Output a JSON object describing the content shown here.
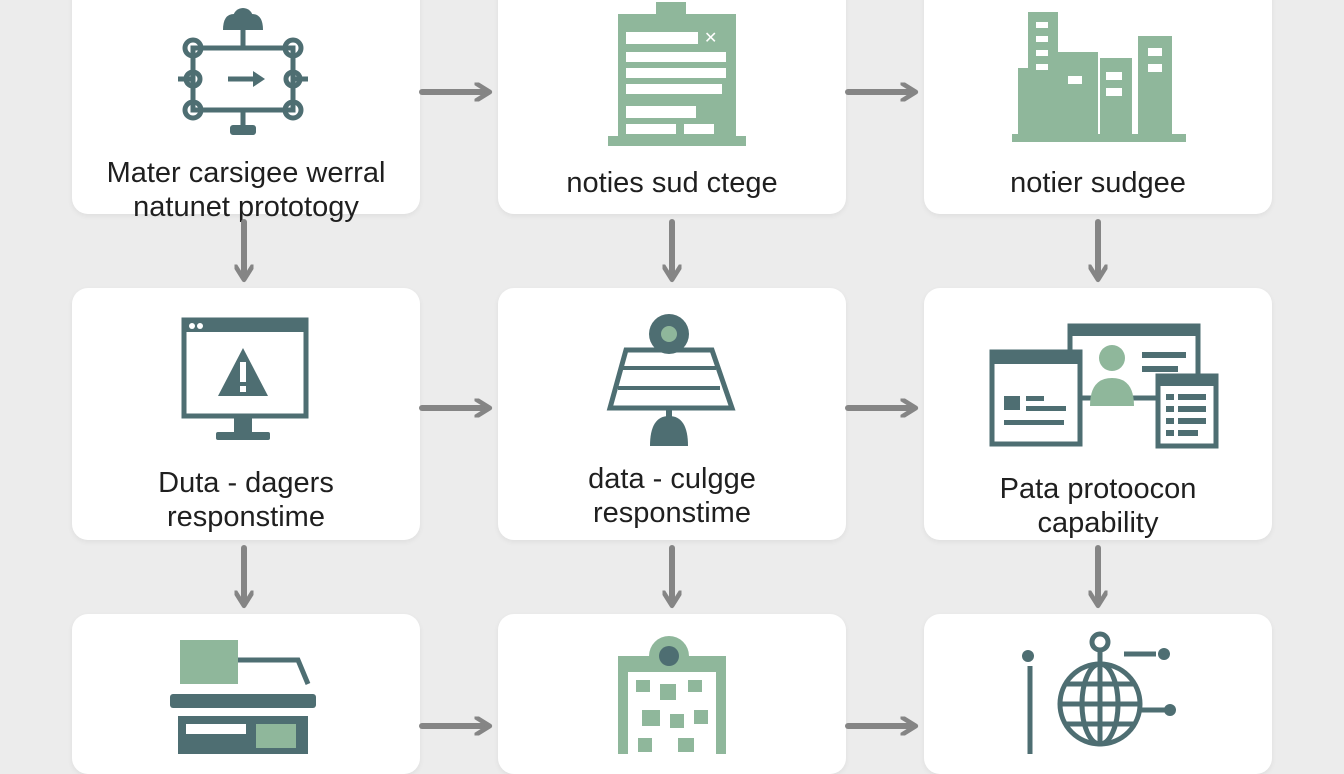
{
  "colors": {
    "teal": "#4e6e72",
    "green": "#8fb79b",
    "arrow": "#858585",
    "card": "#ffffff",
    "background": "#ececec"
  },
  "nodes": [
    {
      "id": "r1c1",
      "lines": [
        "Mater carsigee werral",
        "natunet prototogy"
      ],
      "icon": "workflow-diagram-icon"
    },
    {
      "id": "r1c2",
      "lines": [
        "noties sud ctege"
      ],
      "icon": "document-list-icon"
    },
    {
      "id": "r1c3",
      "lines": [
        "notier sudgee"
      ],
      "icon": "buildings-bar-icon"
    },
    {
      "id": "r2c1",
      "lines": [
        "Duta - dagers",
        "responstime"
      ],
      "icon": "monitor-warning-icon"
    },
    {
      "id": "r2c2",
      "lines": [
        "data - culgge",
        "responstime"
      ],
      "icon": "tilted-screen-icon"
    },
    {
      "id": "r2c3",
      "lines": [
        "Pata protoocon",
        "capability"
      ],
      "icon": "profile-dashboard-icon"
    },
    {
      "id": "r3c1",
      "lines": [],
      "icon": "server-stack-icon"
    },
    {
      "id": "r3c2",
      "lines": [],
      "icon": "clipboard-grid-icon"
    },
    {
      "id": "r3c3",
      "lines": [],
      "icon": "globe-network-icon"
    }
  ]
}
